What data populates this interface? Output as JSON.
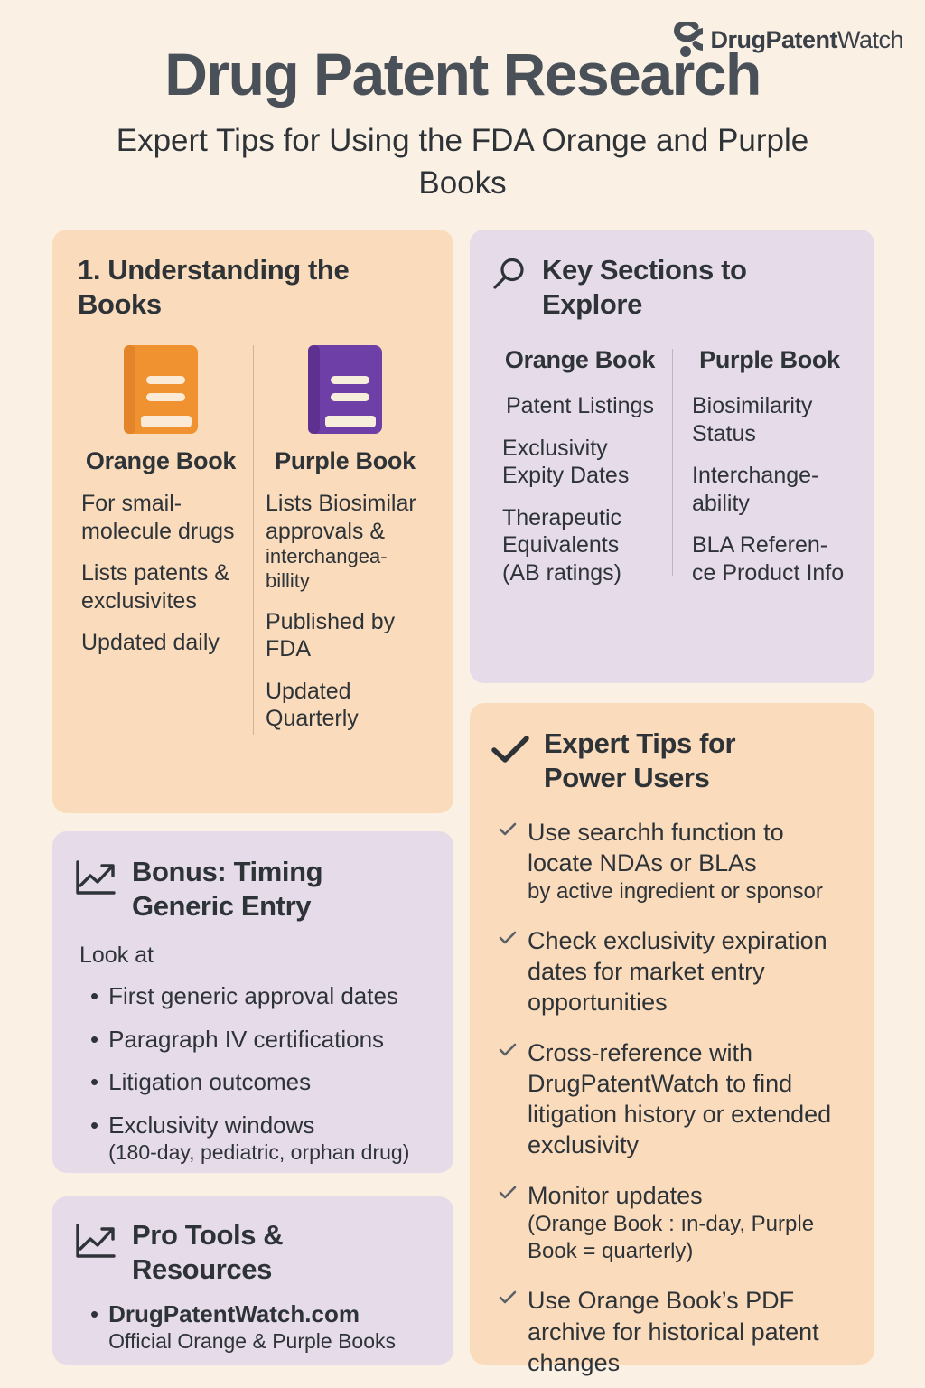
{
  "brand": {
    "name_bold": "DrugPatent",
    "name_light": "Watch",
    "logo_icon": "drugpatentwatch-logo-icon"
  },
  "header": {
    "title": "Drug Patent Research",
    "subtitle": "Expert Tips for Using the FDA Orange and Purple Books"
  },
  "colors": {
    "page_background": "#FBF0E4",
    "orange_card": "#FADCBC",
    "purple_card": "#E5DBE9",
    "orange_book": "#F0922F",
    "purple_book": "#6F3FA8",
    "text": "#2E3338"
  },
  "cards": {
    "understanding": {
      "title": "1. Understanding the Books",
      "orange": {
        "icon": "orange-book-icon",
        "heading": "Orange Book",
        "facts": [
          "For smail-molecule drugs",
          "Lists patents & exclusivites",
          "Updated daily"
        ]
      },
      "purple": {
        "icon": "purple-book-icon",
        "heading": "Purple Book",
        "facts": [
          "Lists Biosimilar approvals &",
          "interchangea-billity",
          "Published by FDA",
          "Updated Quarterly"
        ]
      }
    },
    "key_sections": {
      "icon": "magnifier-icon",
      "title": "Key Sections to Explore",
      "orange": {
        "heading": "Orange Book",
        "items": [
          "Patent Listings",
          "Exclusivity Expity Dates",
          "Therapeutic Equivalents (AB ratings)"
        ]
      },
      "purple": {
        "heading": "Purple Book",
        "items": [
          "Biosimilarity Status",
          "Interchange-ability",
          "BLA Referen-ce Product Info"
        ]
      }
    },
    "bonus": {
      "icon": "trending-up-icon",
      "title": "Bonus: Timing Generic Entry",
      "intro": "Look at",
      "items": [
        {
          "text": "First generic approval dates",
          "sub": ""
        },
        {
          "text": "Paragraph IV certifications",
          "sub": ""
        },
        {
          "text": "Litigation outcomes",
          "sub": ""
        },
        {
          "text": "Exclusivity windows",
          "sub": "(180-day, pediatric, orphan drug)"
        }
      ]
    },
    "expert_tips": {
      "icon": "checkmark-icon",
      "title": "Expert Tips for Power Users",
      "items": [
        {
          "text": "Use searchh function to locate NDAs or BLAs",
          "sub": "by active ingredient or sponsor"
        },
        {
          "text": "Check exclusivity expiration dates for market entry opportunities",
          "sub": ""
        },
        {
          "text": "Cross-reference with DrugPatentWatch to find litigation history or extended exclusivity",
          "sub": ""
        },
        {
          "text": "Monitor updates",
          "sub": "(Orange Book : ın-day, Purple Book = quarterly)"
        },
        {
          "text": "Use Orange Book’s PDF archive for historical patent changes",
          "sub": ""
        }
      ]
    },
    "pro_tools": {
      "icon": "trending-up-icon",
      "title": "Pro Tools & Resources",
      "item": "DrugPatentWatch.com",
      "item_sub": "Official Orange & Purple Books"
    }
  }
}
